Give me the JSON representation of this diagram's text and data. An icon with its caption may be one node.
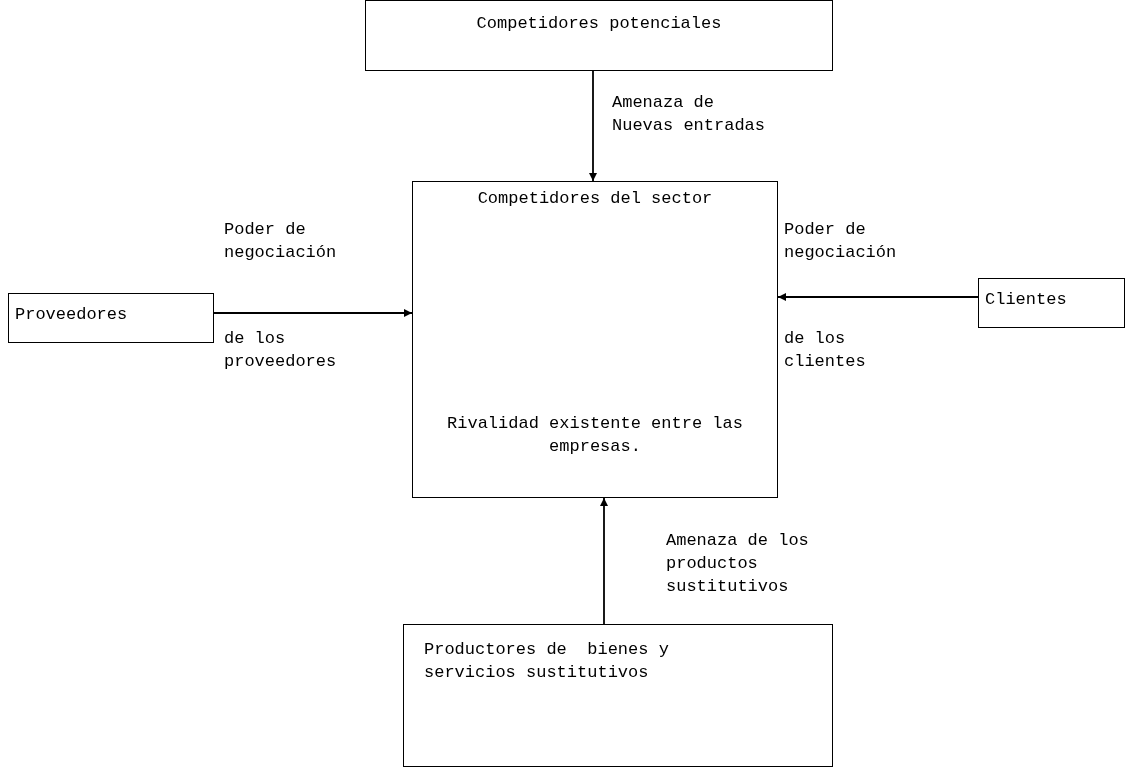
{
  "diagram": {
    "nodes": [
      {
        "text": [
          "Competidores potenciales"
        ]
      },
      {
        "text": [
          "Competidores del sector",
          "Rivalidad existente entre las empresas."
        ]
      },
      {
        "text": [
          "Proveedores"
        ]
      },
      {
        "text": [
          "Clientes"
        ]
      },
      {
        "text": [
          "Productores de  bienes y servicios sustitutivos"
        ]
      }
    ],
    "edges": [
      {
        "from": 0,
        "to": 1,
        "arrow": "to",
        "label": "Amenaza de Nuevas entradas"
      },
      {
        "from": 2,
        "to": 1,
        "arrow": "to"
      },
      {
        "from": 3,
        "to": 1,
        "arrow": "to"
      },
      {
        "from": 4,
        "to": 1,
        "arrow": "to",
        "label": "Amenaza de los productos sustitutivos"
      }
    ],
    "labels": [
      "Poder de negociación",
      "de los proveedores",
      "Poder de negociación",
      "de los clientes"
    ]
  }
}
